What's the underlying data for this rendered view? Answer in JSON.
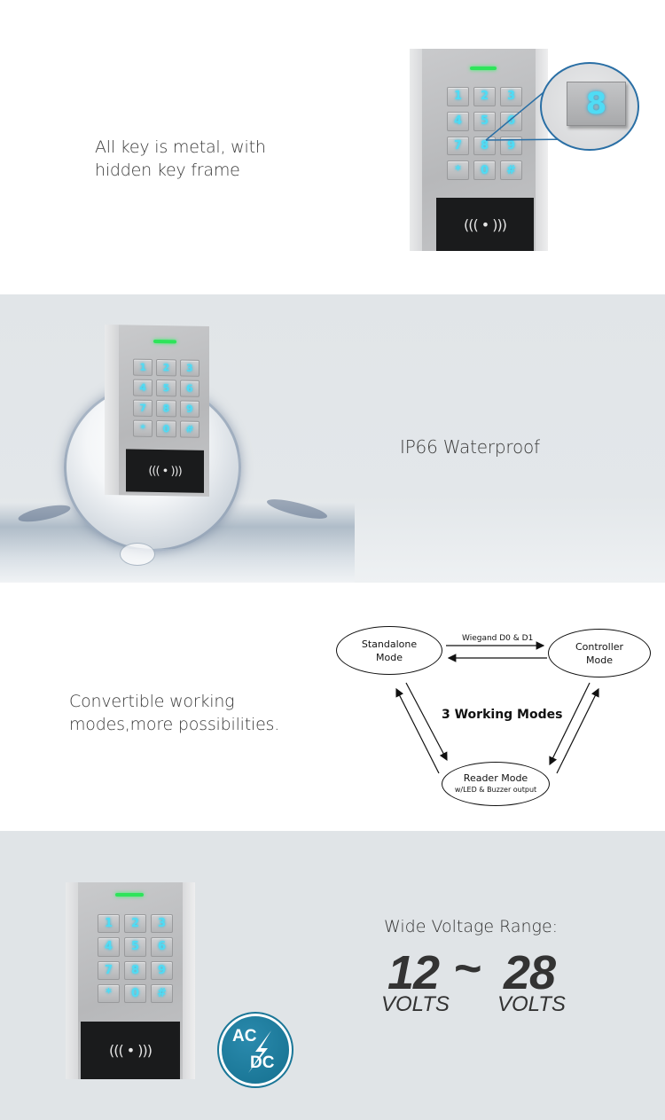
{
  "sections": {
    "metal_keys": {
      "caption_line1": "All key is metal, with",
      "caption_line2": "hidden key frame",
      "callout_key": "8"
    },
    "waterproof": {
      "caption": "IP66 Waterproof"
    },
    "working_modes": {
      "caption_line1": "Convertible working",
      "caption_line2": "modes,more possibilities.",
      "diagram": {
        "title": "3 Working Modes",
        "nodes": {
          "standalone_line1": "Standalone",
          "standalone_line2": "Mode",
          "controller_line1": "Controller",
          "controller_line2": "Mode",
          "reader_line1": "Reader Mode",
          "reader_line2": "w/LED & Buzzer output"
        },
        "edge_label": "Wiegand D0 & D1"
      }
    },
    "voltage": {
      "title": "Wide Voltage Range:",
      "min_value": "12",
      "separator": "~",
      "max_value": "28",
      "min_unit": "VOLTS",
      "max_unit": "VOLTS",
      "badge_top": "AC",
      "badge_bottom": "DC"
    }
  },
  "keypad": {
    "keys": [
      "1",
      "2",
      "3",
      "4",
      "5",
      "6",
      "7",
      "8",
      "9",
      "*",
      "0",
      "#"
    ],
    "reader_symbol": "((( • )))"
  },
  "colors": {
    "key_glow": "#4fdcf5",
    "led": "#2ee45a",
    "callout_line": "#2a6fa5",
    "badge": "#1b7798",
    "gray_band": "#e0e4e7"
  }
}
